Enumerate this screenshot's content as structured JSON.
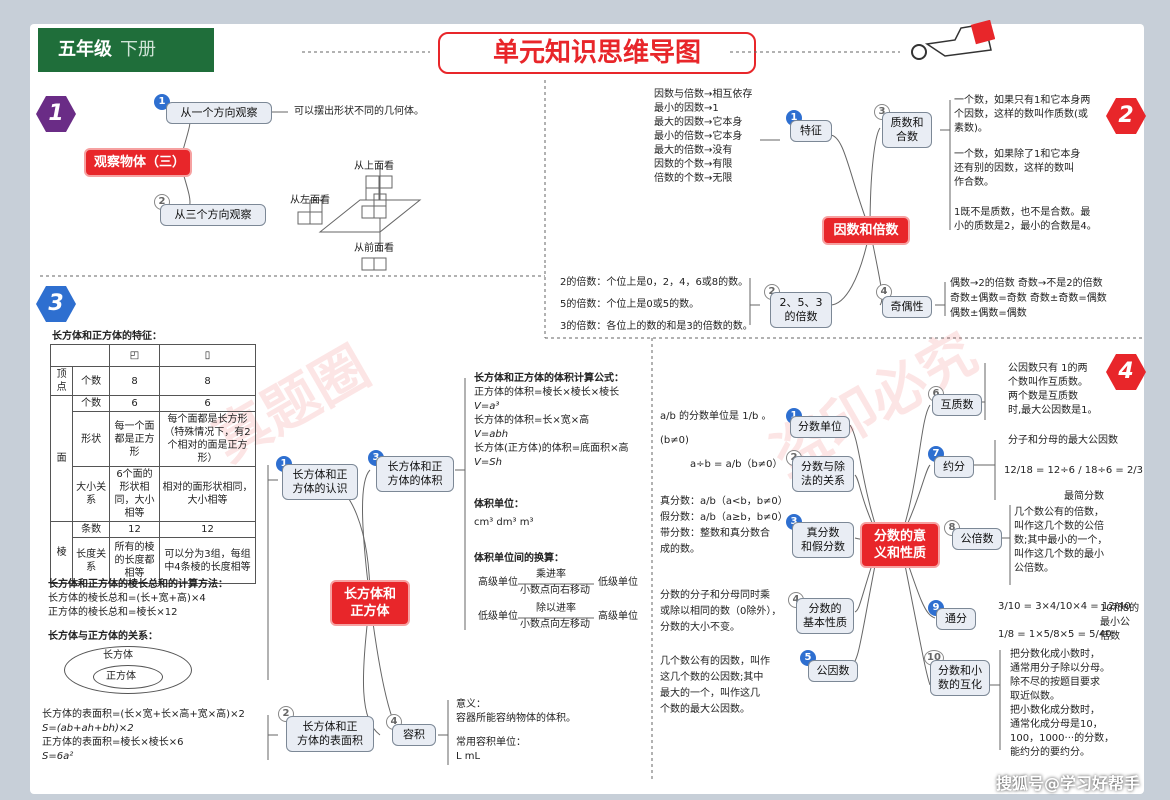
{
  "header": {
    "grade": "五年级",
    "volume": "下册",
    "title": "单元知识思维导图"
  },
  "brand": "搜狐号@学习好帮手",
  "watermarks": [
    "真题圈",
    "盗印必究"
  ],
  "unit_numbers": [
    "1",
    "2",
    "3",
    "4"
  ],
  "colors": {
    "accent": "#e8262a",
    "node_bg": "#e9edf4",
    "num_blue": "#2e6fd0",
    "unit_purple": "#6a2c86"
  },
  "unit1": {
    "center": "观察物体（三）",
    "branches": [
      {
        "num": "1",
        "label": "从一个方向观察",
        "note": "可以摆出形状不同的几何体。"
      },
      {
        "num": "2",
        "label": "从三个方向观察"
      }
    ],
    "views": {
      "top": "从上面看",
      "left": "从左面看",
      "front": "从前面看"
    }
  },
  "unit2": {
    "center": "因数和倍数",
    "feature": {
      "num": "1",
      "label": "特征",
      "lines": [
        "因数与倍数→相互依存",
        "最小的因数→1",
        "最大的因数→它本身",
        "最小的倍数→它本身",
        "最大的倍数→没有",
        "因数的个数→有限",
        "倍数的个数→无限"
      ]
    },
    "prime": {
      "num": "3",
      "label_lines": [
        "质数和",
        "合数"
      ],
      "notes": [
        [
          "一个数，如果只有1和它本身两",
          "个因数，这样的数叫作质数(或",
          "素数)。"
        ],
        [
          "一个数，如果除了1和它本身",
          "还有别的因数，这样的数叫",
          "作合数。"
        ],
        [
          "1既不是质数，也不是合数。最",
          "小的质数是2，最小的合数是4。"
        ]
      ]
    },
    "multiples": {
      "num": "2",
      "label_lines": [
        "2、5、3",
        "的倍数"
      ],
      "lines": [
        "2的倍数：个位上是0，2，4，6或8的数。",
        "5的倍数：个位上是0或5的数。",
        "3的倍数：各位上的数的和是3的倍数的数。"
      ]
    },
    "parity": {
      "num": "4",
      "label": "奇偶性",
      "lines": [
        "偶数→2的倍数    奇数→不是2的倍数",
        "奇数±偶数=奇数    奇数±奇数=偶数",
        "偶数±偶数=偶数"
      ]
    }
  },
  "unit3": {
    "center_lines": [
      "长方体和",
      "正方体"
    ],
    "table_title": "长方体和正方体的特征：",
    "table": {
      "vertex": "顶点",
      "count": "个数",
      "face": "面",
      "shape": "形状",
      "size": "大小关系",
      "edge": "棱",
      "edge_count": "条数",
      "edge_len": "长度关系",
      "cube": {
        "vertex": "8",
        "face_count": "6",
        "shape": "每一个面都是正方形",
        "size": "6个面的形状相同，大小相等",
        "edge_count": "12",
        "edge_len": "所有的棱的长度都相等"
      },
      "cuboid": {
        "vertex": "8",
        "face_count": "6",
        "shape": "每个面都是长方形（特殊情况下，有2个相对的面是正方形）",
        "size": "相对的面形状相同，大小相等",
        "edge_count": "12",
        "edge_len": "可以分为3组，每组中4条棱的长度相等"
      }
    },
    "edge_sum": [
      "长方体和正方体的棱长总和的计算方法：",
      "长方体的棱长总和=(长+宽+高)×4",
      "正方体的棱长总和=棱长×12"
    ],
    "relation_title": "长方体与正方体的关系：",
    "relation_outer": "长方体",
    "relation_inner": "正方体",
    "branches": [
      {
        "num": "1",
        "label_lines": [
          "长方体和正",
          "方体的认识"
        ]
      },
      {
        "num": "3",
        "label_lines": [
          "长方体和正",
          "方体的体积"
        ]
      },
      {
        "num": "2",
        "label_lines": [
          "长方体和正",
          "方体的表面积"
        ]
      },
      {
        "num": "4",
        "label": "容积"
      }
    ],
    "volume_formulas": [
      "长方体和正方体的体积计算公式：",
      "正方体的体积=棱长×棱长×棱长",
      "V=a³",
      "长方体的体积=长×宽×高",
      "V=abh",
      "长方体(正方体)的体积=底面积×高",
      "V=Sh"
    ],
    "volume_units_title": "体积单位：",
    "volume_units": "cm³    dm³    m³",
    "conversion_title": "体积单位间的换算：",
    "conversion": [
      {
        "left": "高级单位",
        "top": "乘进率",
        "bottom": "小数点向右移动",
        "right": "低级单位"
      },
      {
        "left": "低级单位",
        "top": "除以进率",
        "bottom": "小数点向左移动",
        "right": "高级单位"
      }
    ],
    "surface": [
      "长方体的表面积=(长×宽+长×高+宽×高)×2",
      "S=(ab+ah+bh)×2",
      "正方体的表面积=棱长×棱长×6",
      "S=6a²"
    ],
    "capacity": [
      "意义：",
      "容器所能容纳物体的体积。",
      "常用容积单位：",
      "L    mL"
    ]
  },
  "unit4": {
    "center_lines": [
      "分数的意",
      "义和性质"
    ],
    "unit_frac": {
      "num": "1",
      "label": "分数单位",
      "text": "的分数单位是",
      "cond": "(b≠0)"
    },
    "frac_div": {
      "num": "2",
      "label_lines": [
        "分数与除",
        "法的关系"
      ],
      "text": "a÷b = a/b（b≠0）"
    },
    "proper": {
      "num": "3",
      "label_lines": [
        "真分数",
        "和假分数"
      ],
      "lines": [
        "真分数：a/b（a<b，b≠0）",
        "假分数：a/b（a≥b，b≠0）",
        "带分数：整数和真分数合",
        "成的数。"
      ]
    },
    "basic": {
      "num": "4",
      "label_lines": [
        "分数的",
        "基本性质"
      ],
      "lines": [
        "分数的分子和分母同时乘",
        "或除以相同的数（0除外），",
        "分数的大小不变。"
      ]
    },
    "gcf": {
      "num": "5",
      "label": "公因数",
      "lines": [
        "几个数公有的因数，叫作",
        "这几个数的公因数;其中",
        "最大的一个，叫作这几",
        "个数的最大公因数。"
      ]
    },
    "coprime": {
      "num": "6",
      "label": "互质数",
      "lines": [
        "公因数只有 1的两",
        "个数叫作互质数。",
        "两个数是互质数",
        "时,最大公因数是1。"
      ]
    },
    "reduce": {
      "num": "7",
      "label": "约分",
      "top": "分子和分母的最大公因数",
      "eq": "12/18 = 12÷6 / 18÷6 = 2/3",
      "bottom": "最简分数"
    },
    "lcm": {
      "num": "8",
      "label": "公倍数",
      "lines": [
        "几个数公有的倍数，",
        "叫作这几个数的公倍",
        "数;其中最小的一个，",
        "叫作这几个数的最小",
        "公倍数。"
      ]
    },
    "common": {
      "num": "9",
      "label": "通分",
      "eq1": "3/10 = 3×4/10×4 = 12/40",
      "eq2": "1/8 = 1×5/8×5 = 5/40",
      "note": [
        "10和8的",
        "最小公",
        "倍数"
      ]
    },
    "convert": {
      "num": "10",
      "label_lines": [
        "分数和小",
        "数的互化"
      ],
      "lines1": [
        "把分数化成小数时，",
        "通常用分子除以分母。",
        "除不尽的按题目要求",
        "取近似数。"
      ],
      "lines2": [
        "把小数化成分数时，",
        "通常化成分母是10，",
        "100，1000···的分数，",
        "能约分的要约分。"
      ]
    }
  }
}
